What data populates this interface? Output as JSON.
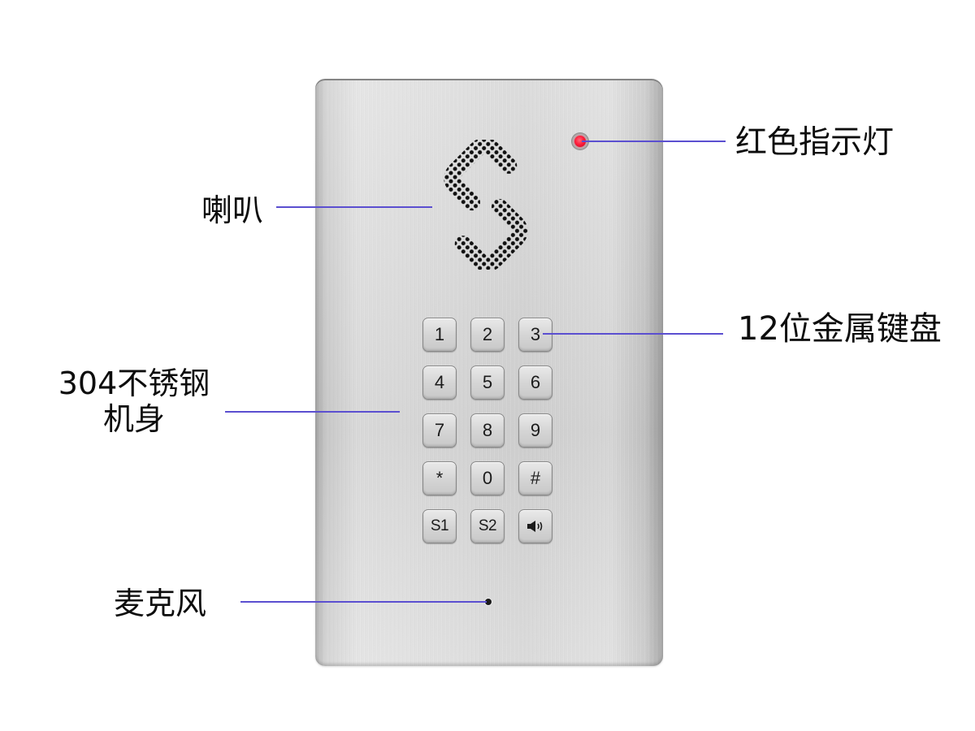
{
  "device": {
    "material": "brushed stainless steel panel",
    "led_color": "#ff1f3d",
    "callout_line_color": "#5b4fd0"
  },
  "keypad": {
    "keys": [
      {
        "label": "1"
      },
      {
        "label": "2"
      },
      {
        "label": "3"
      },
      {
        "label": "4"
      },
      {
        "label": "5"
      },
      {
        "label": "6"
      },
      {
        "label": "7"
      },
      {
        "label": "8"
      },
      {
        "label": "9"
      },
      {
        "label": "*"
      },
      {
        "label": "0"
      },
      {
        "label": "#"
      },
      {
        "label": "S1"
      },
      {
        "label": "S2"
      },
      {
        "label": "",
        "icon": "speaker-volume-icon"
      }
    ]
  },
  "callouts": {
    "indicator_light": "红色指示灯",
    "speaker": "喇叭",
    "keypad": "12位金属键盘",
    "body_line1": "304不锈钢",
    "body_line2": "机身",
    "microphone": "麦克风"
  }
}
